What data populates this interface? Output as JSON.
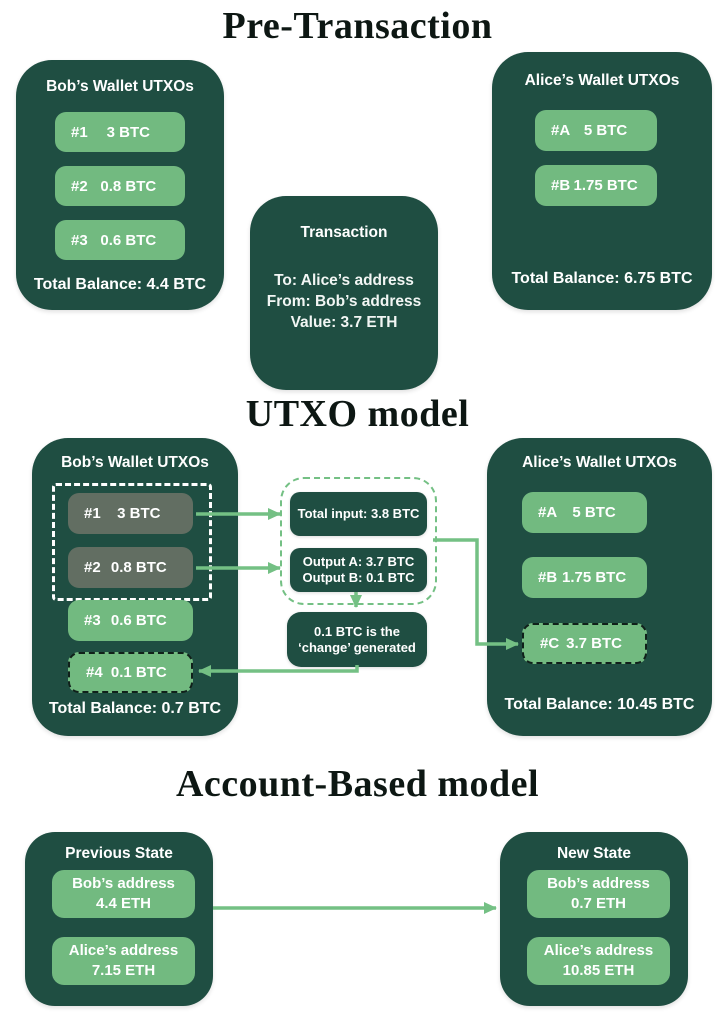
{
  "colors": {
    "panel_green": "#1f4e42",
    "chip_green": "#72ba80",
    "chip_spent_gray": "#626e62",
    "arrow_green": "#74c084",
    "heading_text": "#0d1713",
    "background": "#ffffff"
  },
  "pre": {
    "heading": "Pre-Transaction",
    "bob": {
      "title": "Bob’s Wallet UTXOs",
      "utxos": [
        {
          "id": "#1",
          "value": "3 BTC"
        },
        {
          "id": "#2",
          "value": "0.8 BTC"
        },
        {
          "id": "#3",
          "value": "0.6 BTC"
        }
      ],
      "total": "Total Balance: 4.4 BTC"
    },
    "transaction": {
      "title": "Transaction",
      "to": "To: Alice’s address",
      "from": "From: Bob’s address",
      "value": "Value: 3.7 ETH"
    },
    "alice": {
      "title": "Alice’s Wallet UTXOs",
      "utxos": [
        {
          "id": "#A",
          "value": "5 BTC"
        },
        {
          "id": "#B",
          "value": "1.75 BTC"
        }
      ],
      "total": "Total Balance: 6.75 BTC"
    }
  },
  "utxo": {
    "heading": "UTXO model",
    "bob": {
      "title": "Bob’s Wallet UTXOs",
      "utxos": [
        {
          "id": "#1",
          "value": "3 BTC"
        },
        {
          "id": "#2",
          "value": "0.8 BTC"
        },
        {
          "id": "#3",
          "value": "0.6 BTC"
        },
        {
          "id": "#4",
          "value": "0.1 BTC"
        }
      ],
      "total": "Total Balance: 0.7 BTC"
    },
    "flow": {
      "total_input": "Total input: 3.8 BTC",
      "output_a": "Output A: 3.7 BTC",
      "output_b": "Output B: 0.1 BTC",
      "change_line1": "0.1 BTC is the",
      "change_line2": "‘change’ generated"
    },
    "alice": {
      "title": "Alice’s Wallet UTXOs",
      "utxos": [
        {
          "id": "#A",
          "value": "5 BTC"
        },
        {
          "id": "#B",
          "value": "1.75 BTC"
        },
        {
          "id": "#C",
          "value": "3.7 BTC"
        }
      ],
      "total": "Total Balance: 10.45 BTC"
    }
  },
  "account": {
    "heading": "Account-Based model",
    "previous": {
      "title": "Previous State",
      "entries": [
        {
          "name": "Bob’s address",
          "value": "4.4 ETH"
        },
        {
          "name": "Alice’s address",
          "value": "7.15 ETH"
        }
      ]
    },
    "new_state": {
      "title": "New State",
      "entries": [
        {
          "name": "Bob’s address",
          "value": "0.7 ETH"
        },
        {
          "name": "Alice’s address",
          "value": "10.85 ETH"
        }
      ]
    }
  }
}
